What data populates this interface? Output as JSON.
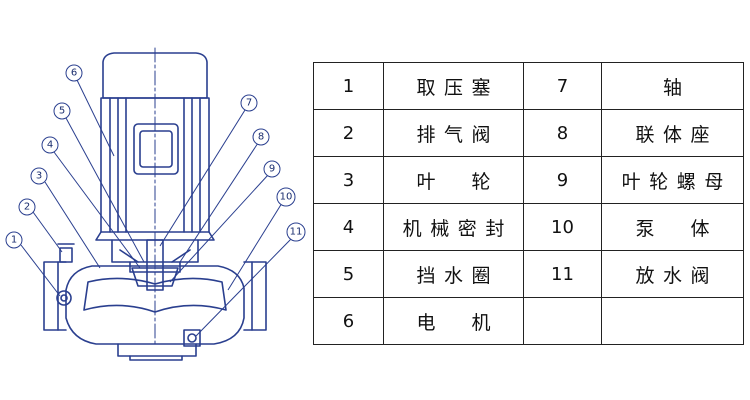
{
  "diagram": {
    "callouts": [
      "1",
      "2",
      "3",
      "4",
      "5",
      "6",
      "7",
      "8",
      "9",
      "10",
      "11"
    ],
    "line_color": "#2a3f8f"
  },
  "table": {
    "rows": [
      {
        "n1": "1",
        "p1": "取压塞",
        "n2": "7",
        "p2": "轴"
      },
      {
        "n1": "2",
        "p1": "排气阀",
        "n2": "8",
        "p2": "联体座"
      },
      {
        "n1": "3",
        "p1": "叶　轮",
        "n2": "9",
        "p2": "叶轮螺母"
      },
      {
        "n1": "4",
        "p1": "机械密封",
        "n2": "10",
        "p2": "泵　体"
      },
      {
        "n1": "5",
        "p1": "挡水圈",
        "n2": "11",
        "p2": "放水阀"
      },
      {
        "n1": "6",
        "p1": "电　机",
        "n2": "",
        "p2": ""
      }
    ]
  }
}
